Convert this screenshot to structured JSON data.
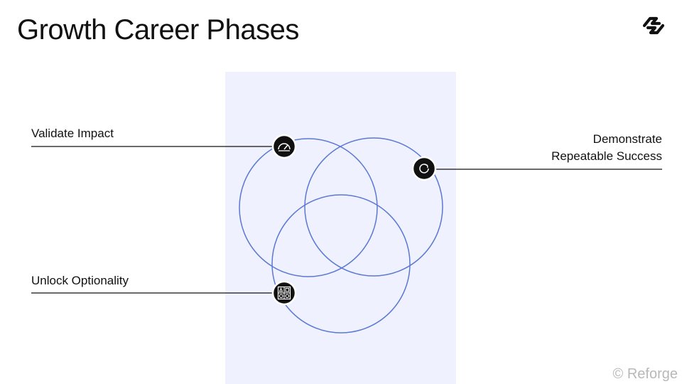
{
  "header": {
    "title": "Growth Career Phases"
  },
  "phases": [
    {
      "id": "validate",
      "label": "Validate Impact",
      "icon": "speedometer-icon"
    },
    {
      "id": "demonstrate",
      "label_lines": [
        "Demonstrate",
        "Repeatable Success"
      ],
      "icon": "refresh-icon"
    },
    {
      "id": "unlock",
      "label": "Unlock Optionality",
      "icon": "shapes-grid-icon"
    }
  ],
  "footer": {
    "copyright": "© Reforge"
  },
  "colors": {
    "band": "#eff1fe",
    "circle_stroke": "#5b78d4",
    "icon_bg": "#111111",
    "text": "#111111",
    "footer_text": "#b8b8b8"
  }
}
